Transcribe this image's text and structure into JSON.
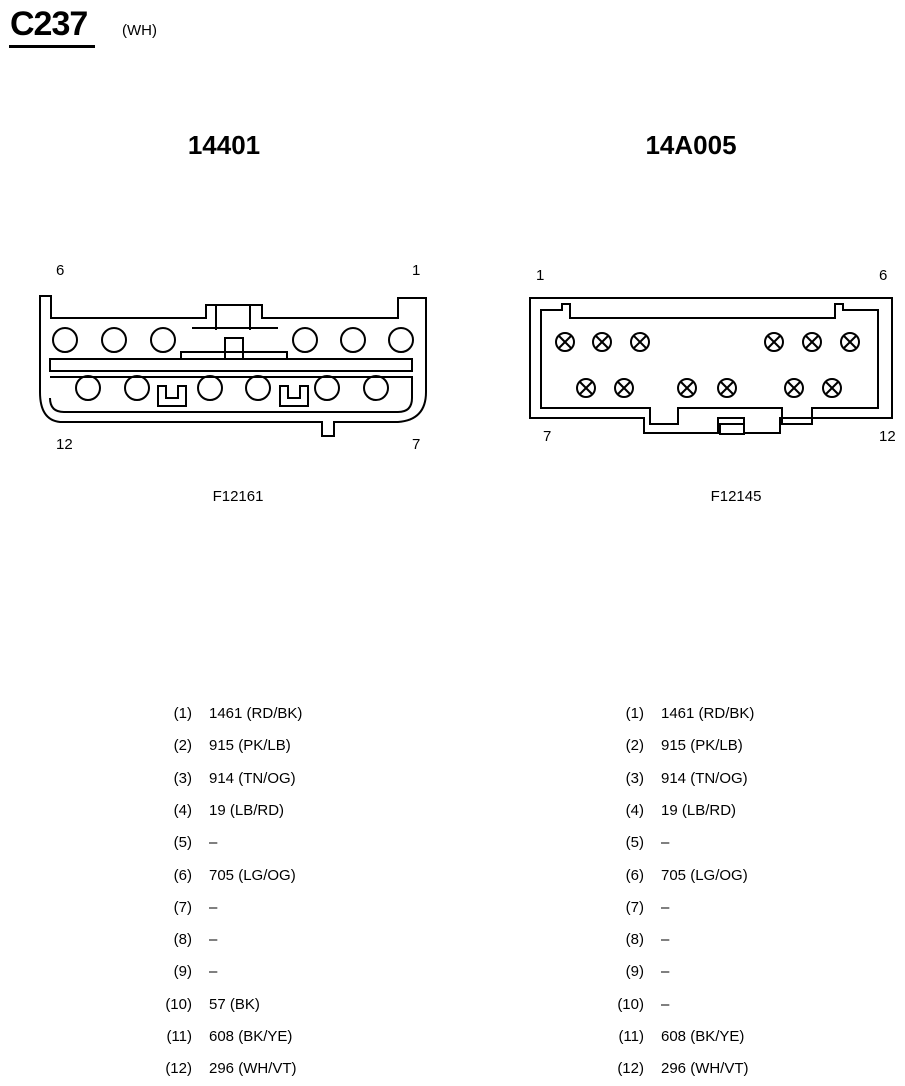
{
  "header": {
    "connector_id": "C237",
    "color": "(WH)"
  },
  "left": {
    "part_number": "14401",
    "figure_code": "F12161",
    "pin_labels": {
      "top_left": "6",
      "top_right": "1",
      "bottom_left": "12",
      "bottom_right": "7"
    },
    "pins": [
      {
        "pin": "(1)",
        "wire": "1461 (RD/BK)"
      },
      {
        "pin": "(2)",
        "wire": "915 (PK/LB)"
      },
      {
        "pin": "(3)",
        "wire": "914 (TN/OG)"
      },
      {
        "pin": "(4)",
        "wire": "19 (LB/RD)"
      },
      {
        "pin": "(5)",
        "wire": "–"
      },
      {
        "pin": "(6)",
        "wire": "705 (LG/OG)"
      },
      {
        "pin": "(7)",
        "wire": "–"
      },
      {
        "pin": "(8)",
        "wire": "–"
      },
      {
        "pin": "(9)",
        "wire": "–"
      },
      {
        "pin": "(10)",
        "wire": "57 (BK)"
      },
      {
        "pin": "(11)",
        "wire": "608 (BK/YE)"
      },
      {
        "pin": "(12)",
        "wire": "296 (WH/VT)"
      }
    ]
  },
  "right": {
    "part_number": "14A005",
    "figure_code": "F12145",
    "pin_labels": {
      "top_left": "1",
      "top_right": "6",
      "bottom_left": "7",
      "bottom_right": "12"
    },
    "pins": [
      {
        "pin": "(1)",
        "wire": "1461 (RD/BK)"
      },
      {
        "pin": "(2)",
        "wire": "915 (PK/LB)"
      },
      {
        "pin": "(3)",
        "wire": "914 (TN/OG)"
      },
      {
        "pin": "(4)",
        "wire": "19 (LB/RD)"
      },
      {
        "pin": "(5)",
        "wire": "–"
      },
      {
        "pin": "(6)",
        "wire": "705 (LG/OG)"
      },
      {
        "pin": "(7)",
        "wire": "–"
      },
      {
        "pin": "(8)",
        "wire": "–"
      },
      {
        "pin": "(9)",
        "wire": "–"
      },
      {
        "pin": "(10)",
        "wire": "–"
      },
      {
        "pin": "(11)",
        "wire": "608 (BK/YE)"
      },
      {
        "pin": "(12)",
        "wire": "296 (WH/VT)"
      }
    ]
  }
}
